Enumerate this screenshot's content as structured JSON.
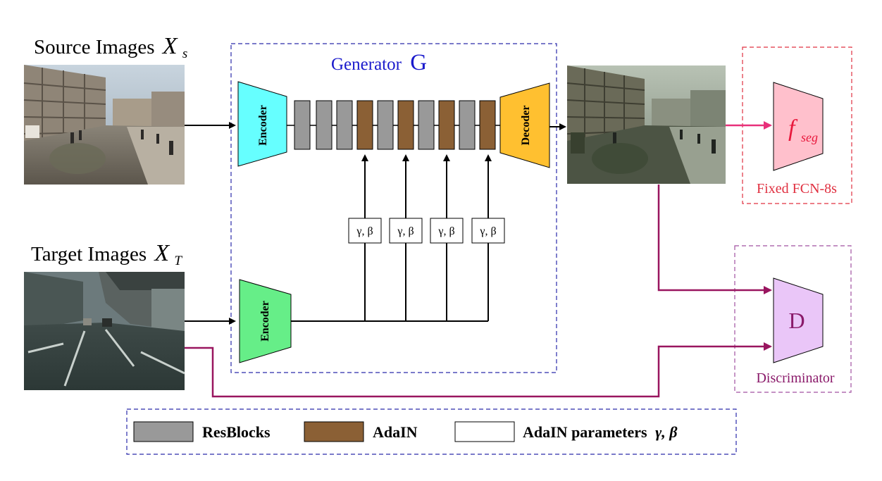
{
  "source": {
    "title": "Source Images",
    "symbol": "X",
    "subscript": "s"
  },
  "target": {
    "title": "Target Images",
    "symbol": "X",
    "subscript": "T"
  },
  "generator": {
    "title": "Generator",
    "symbol": "G",
    "encoder_top_label": "Encoder",
    "encoder_bottom_label": "Encoder",
    "decoder_label": "Decoder",
    "param_labels": [
      "γ, β",
      "γ, β",
      "γ, β",
      "γ, β"
    ]
  },
  "segmenter": {
    "symbol": "f",
    "subscript": "seg",
    "caption": "Fixed FCN-8s"
  },
  "discriminator": {
    "symbol": "D",
    "caption": "Discriminator"
  },
  "legend": {
    "resblocks": "ResBlocks",
    "adain": "AdaIN",
    "params": "AdaIN parameters",
    "params_symbols": "γ, β"
  },
  "colors": {
    "resblock": "#999999",
    "adain": "#8b6035",
    "encoder_top": "#66ffff",
    "encoder_bottom": "#66ee88",
    "decoder": "#ffc030",
    "fseg_fill": "#ffc0cc",
    "fseg_text": "#e8183c",
    "disc_fill": "#eac6f8",
    "disc_text": "#8a1a6a",
    "gen_border": "#2a2aaa",
    "seg_border": "#e03040",
    "disc_border": "#a050a0",
    "seg_arrow": "#e8307a",
    "disc_arrow": "#99155f",
    "generator_title": "#1a1acc"
  },
  "icons": {
    "source_image": "city-street-photo",
    "target_image": "city-road-photo",
    "output_image": "translated-street-photo"
  }
}
